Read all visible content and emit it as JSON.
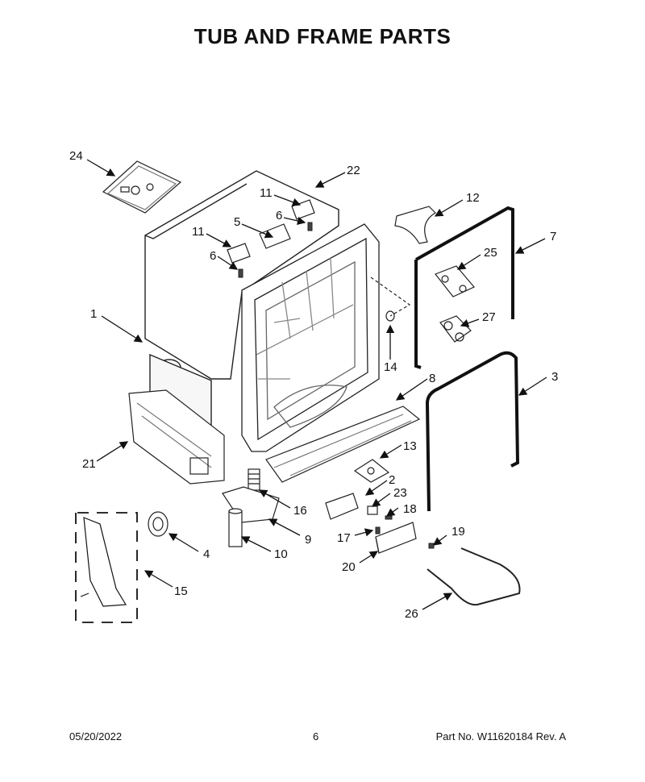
{
  "title": "TUB AND FRAME PARTS",
  "callouts": [
    "24",
    "22",
    "11",
    "6",
    "5",
    "11",
    "6",
    "1",
    "12",
    "7",
    "25",
    "27",
    "14",
    "8",
    "3",
    "21",
    "13",
    "2",
    "23",
    "18",
    "16",
    "9",
    "4",
    "10",
    "17",
    "19",
    "20",
    "15",
    "26"
  ],
  "footer": {
    "date": "05/20/2022",
    "page": "6",
    "part_number": "Part No.  W11620184  Rev.  A"
  }
}
